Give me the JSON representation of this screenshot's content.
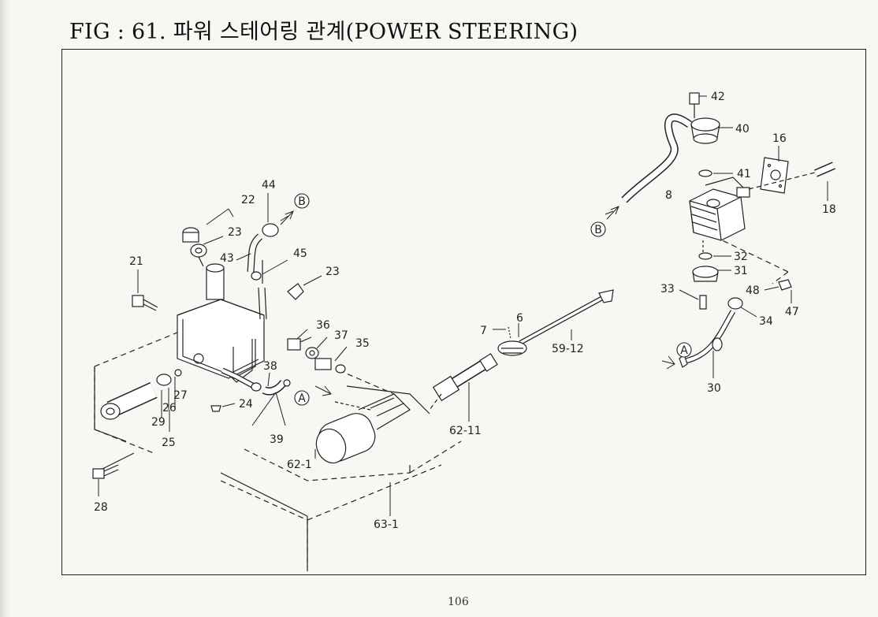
{
  "figure": {
    "title": "FIG : 61. 파워 스테어링 관계(POWER STEERING)",
    "page_number": "106"
  },
  "callouts": {
    "c42": "42",
    "c40": "40",
    "c16": "16",
    "c41": "41",
    "c18": "18",
    "c8": "8",
    "c32": "32",
    "c31": "31",
    "c33": "33",
    "c48": "48",
    "c47": "47",
    "c34": "34",
    "c30": "30",
    "c44": "44",
    "c22": "22",
    "c23a": "23",
    "c43": "43",
    "c45": "45",
    "c23b": "23",
    "c21": "21",
    "c36": "36",
    "c37": "37",
    "c35": "35",
    "c38": "38",
    "c24": "24",
    "c39": "39",
    "c27": "27",
    "c26": "26",
    "c29": "29",
    "c25": "25",
    "c28": "28",
    "c7": "7",
    "c6": "6",
    "c59_12": "59-12",
    "c62_11": "62-11",
    "c62_1": "62-1",
    "c63_1": "63-1"
  },
  "markers": {
    "mB_top": "B",
    "mB_right": "B",
    "mA_center": "A",
    "mA_right": "A"
  }
}
